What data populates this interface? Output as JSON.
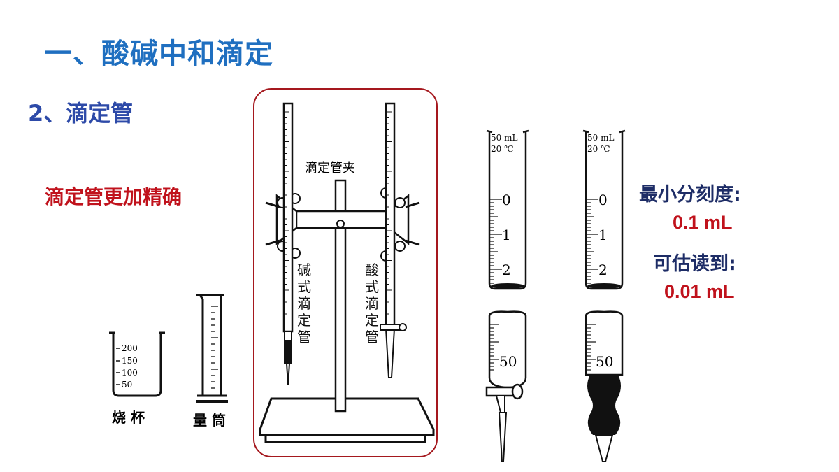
{
  "heading": "一、酸碱中和滴定",
  "subheading": "2、滴定管",
  "note": "滴定管更加精确",
  "stand": {
    "clamp_label": "滴定管夹",
    "base_burette_label": "碱式滴定管",
    "acid_burette_label": "酸式滴定管"
  },
  "beaker": {
    "marks": [
      "200",
      "150",
      "100",
      "50"
    ],
    "caption": "烧 杯"
  },
  "cylinder": {
    "caption": "量 筒"
  },
  "burette_detail": {
    "top_label_line1": "50 mL",
    "top_label_line2": "20 ℃",
    "scale_numbers": [
      "0",
      "1",
      "2"
    ],
    "bottom_number": "50"
  },
  "precision": {
    "min_scale_label": "最小分刻度:",
    "min_scale_value": "0.1 mL",
    "estimate_label": "可估读到:",
    "estimate_value": "0.01 mL"
  },
  "colors": {
    "heading": "#1f6fc0",
    "subheading": "#2d4aa8",
    "note": "#c0121c",
    "frame": "#a5181e",
    "side_label": "#1d2c66",
    "side_value": "#c0121c"
  }
}
